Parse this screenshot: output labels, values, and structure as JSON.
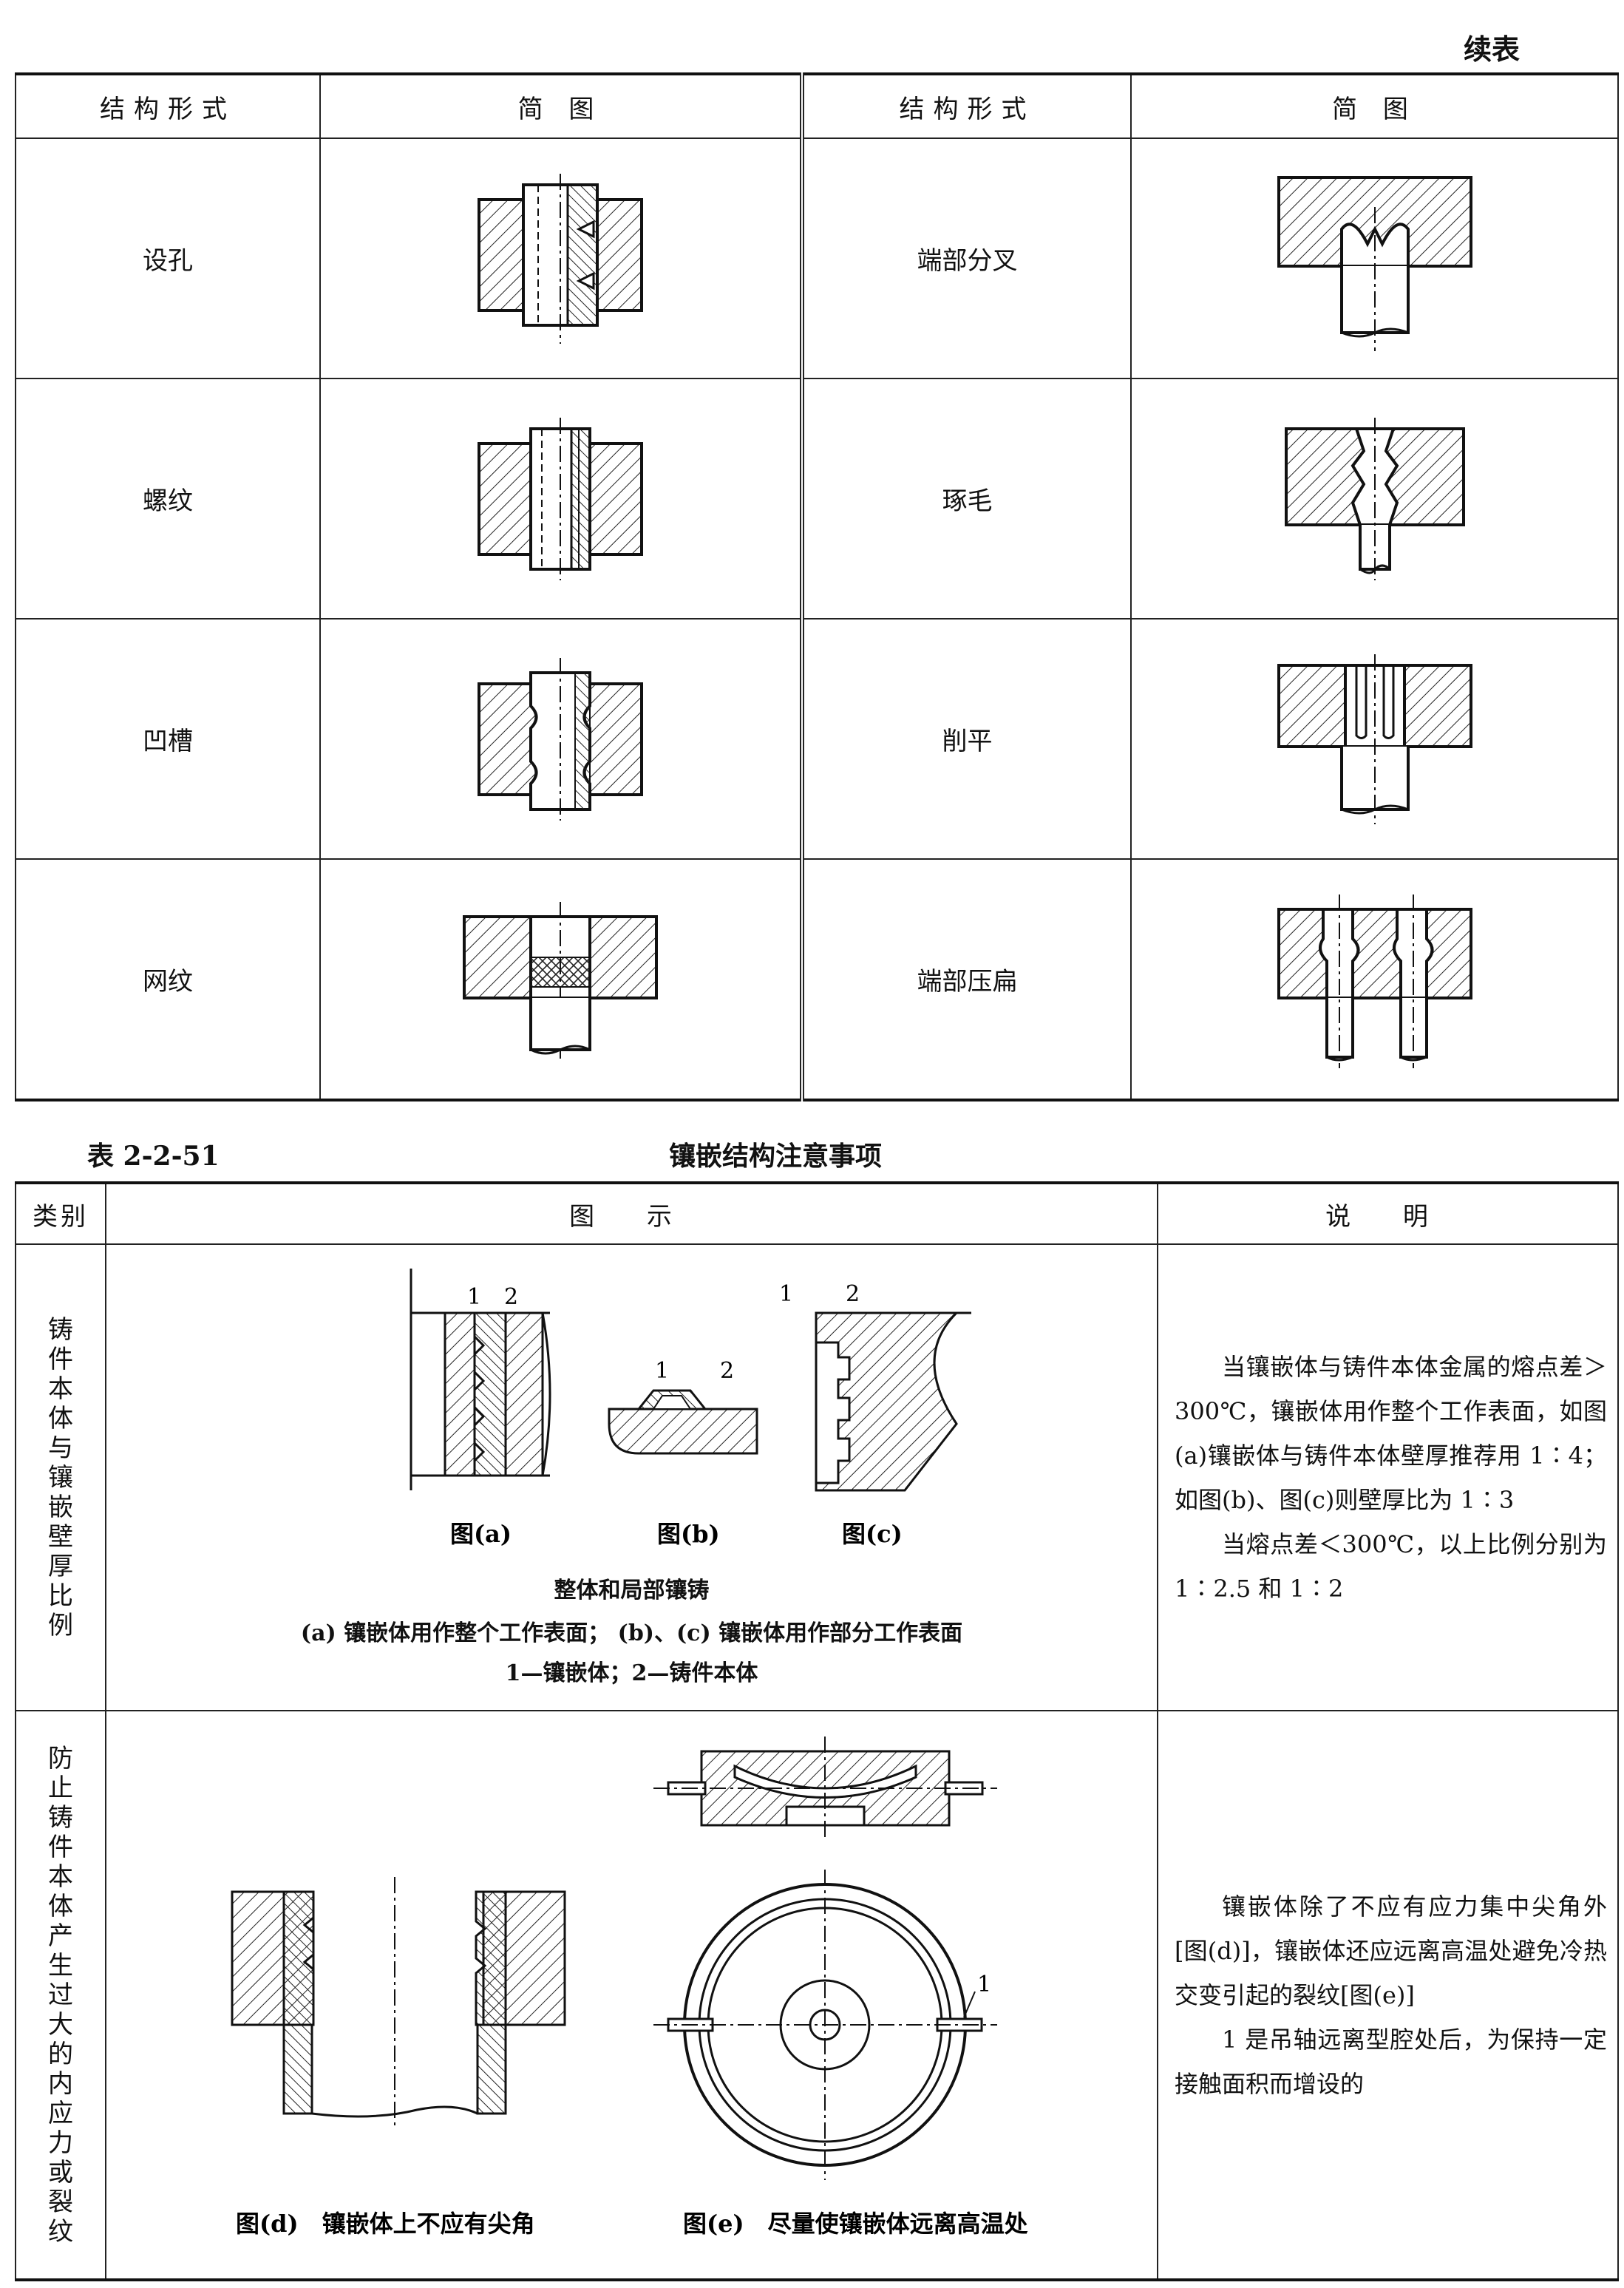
{
  "continued_label": "续表",
  "table1": {
    "headers": [
      "结构形式",
      "简 图",
      "结构形式",
      "简 图"
    ],
    "rows": [
      {
        "left": "设孔",
        "right": "端部分叉"
      },
      {
        "left": "螺纹",
        "right": "琢毛"
      },
      {
        "left": "凹槽",
        "right": "削平"
      },
      {
        "left": "网纹",
        "right": "端部压扁"
      }
    ]
  },
  "table2": {
    "number": "表 2-2-51",
    "title": "镶嵌结构注意事项",
    "headers": [
      "类别",
      "图 示",
      "说 明"
    ],
    "rows": [
      {
        "category": "铸件本体与镶嵌壁厚比例",
        "fig_labels": {
          "a": "图(a)",
          "b": "图(b)",
          "c": "图(c)"
        },
        "part_nums": {
          "one": "1",
          "two": "2"
        },
        "caption_title": "整体和局部镶铸",
        "caption_line1": "(a) 镶嵌体用作整个工作表面； (b)、(c) 镶嵌体用作部分工作表面",
        "caption_line2": "1—镶嵌体；2—铸件本体",
        "desc_p1": "当镶嵌体与铸件本体金属的熔点差＞300℃，镶嵌体用作整个工作表面，如图(a)镶嵌体与铸件本体壁厚推荐用 1∶4；如图(b)、图(c)则壁厚比为 1∶3",
        "desc_p2": "当熔点差＜300℃，以上比例分别为 1∶2.5 和 1∶2"
      },
      {
        "category": "防止铸件本体产生过大的内应力或裂纹",
        "fig_d_label": "图(d)　镶嵌体上不应有尖角",
        "fig_e_label": "图(e)　尽量使镶嵌体远离高温处",
        "part_num": "1",
        "desc_p1": "镶嵌体除了不应有应力集中尖角外[图(d)]，镶嵌体还应远离高温处避免冷热交变引起的裂纹[图(e)]",
        "desc_p2": "1 是吊轴远离型腔处后，为保持一定接触面积而增设的"
      }
    ]
  }
}
